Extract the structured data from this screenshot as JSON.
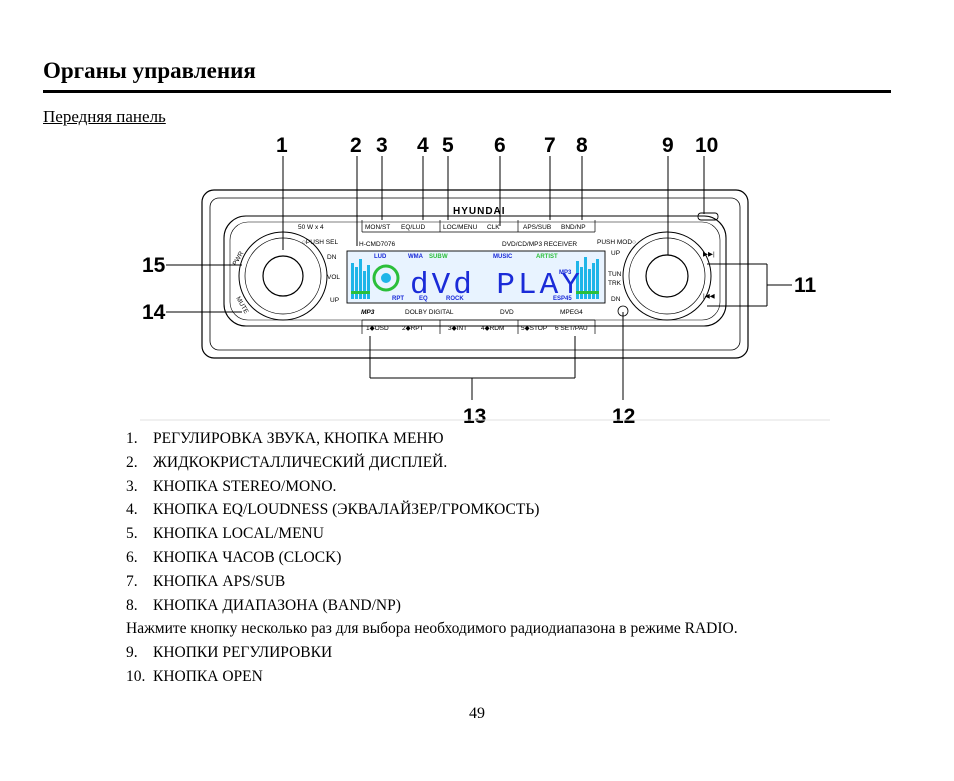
{
  "page": {
    "title": "Органы управления",
    "subtitle": "Передняя панель",
    "page_number": "49"
  },
  "diagram": {
    "callouts": [
      "1",
      "2",
      "3",
      "4",
      "5",
      "6",
      "7",
      "8",
      "9",
      "10",
      "11",
      "12",
      "13",
      "14",
      "15"
    ],
    "brand": "HYUNDAI",
    "model": "H-CMD7076",
    "receiver_label": "DVD/CD/MP3 RECEIVER",
    "power_rating": "50 W x 4",
    "top_buttons": [
      "MON/ST",
      "EQ/LUD",
      "LOC/MENU",
      "CLK",
      "APS/SUB",
      "BND/NP"
    ],
    "bottom_buttons": [
      "1◆OSD",
      "2◆RPT",
      "3◆INT",
      "4◆RDM",
      "5◆STOP",
      "6 SET/PAU"
    ],
    "knob_labels": [
      "○PUSH SEL",
      "DN",
      "VOL",
      "UP",
      "PUSH MOD○",
      "UP",
      "TUN",
      "TRK",
      "DN",
      "PWR",
      "MUTE"
    ],
    "lcd_main": "dVd PLAY",
    "lcd_indicators": [
      "LUD",
      "WMA",
      "SUB",
      "W",
      "MUSIC",
      "ARTIST",
      "RPT",
      "EQ",
      "ROCK",
      "ESP45",
      "MP3"
    ],
    "logos": [
      "MP3",
      "DOLBY DIGITAL",
      "DVD",
      "MPEG4"
    ],
    "colors": {
      "lcd_blue": "#1a2bd8",
      "lcd_green": "#2bbf3a",
      "lcd_cyan": "#1fb5e8"
    }
  },
  "items": [
    {
      "num": "1.",
      "text": "РЕГУЛИРОВКА ЗВУКА, КНОПКА МЕНЮ"
    },
    {
      "num": "2.",
      "text": "ЖИДКОКРИСТАЛЛИЧЕСКИЙ ДИСПЛЕЙ."
    },
    {
      "num": "3.",
      "text": "КНОПКА STEREO/MONO."
    },
    {
      "num": "4.",
      "text": "КНОПКА EQ/LOUDNESS (ЭКВАЛАЙЗЕР/ГРОМКОСТЬ)"
    },
    {
      "num": "5.",
      "text": "КНОПКА LOCAL/MENU"
    },
    {
      "num": "6.",
      "text": "КНОПКА ЧАСОВ (CLOCK)"
    },
    {
      "num": "7.",
      "text": "КНОПКА APS/SUB"
    },
    {
      "num": "8.",
      "text": "КНОПКА ДИАПАЗОНА (BAND/NP)"
    },
    {
      "num": "",
      "text": "Нажмите кнопку несколько раз для выбора необходимого радиодиапазона в режиме RADIO."
    },
    {
      "num": "9.",
      "text": "КНОПКИ РЕГУЛИРОВКИ"
    },
    {
      "num": "10.",
      "text": "КНОПКА OPEN"
    }
  ]
}
